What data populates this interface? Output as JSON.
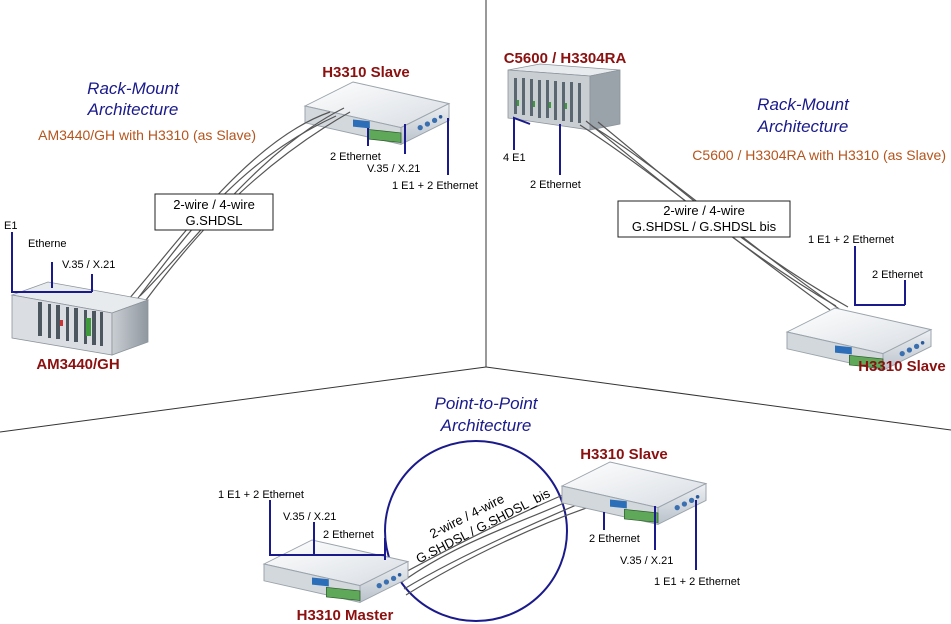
{
  "top_left": {
    "arch_title_1": "Rack-Mount",
    "arch_title_2": "Architecture",
    "subtitle": "AM3440/GH with H3310 (as Slave)",
    "slave_label": "H3310 Slave",
    "rack_label": "AM3440/GH",
    "wire_box_1": "2-wire / 4-wire",
    "wire_box_2": "G.SHDSL",
    "slave_ports": [
      "2 Ethernet",
      "V.35 / X.21",
      "1 E1 + 2 Ethernet"
    ],
    "rack_ports": [
      "E1",
      "Etherne",
      "V.35 / X.21"
    ]
  },
  "top_right": {
    "rack_label": "C5600 / H3304RA",
    "arch_title_1": "Rack-Mount",
    "arch_title_2": "Architecture",
    "subtitle": "C5600 / H3304RA with H3310 (as Slave)",
    "slave_label": "H3310 Slave",
    "wire_box_1": "2-wire / 4-wire",
    "wire_box_2": "G.SHDSL / G.SHDSL bis",
    "rack_ports": [
      "4 E1",
      "2 Ethernet"
    ],
    "slave_ports": [
      "1 E1 + 2 Ethernet",
      "2 Ethernet"
    ]
  },
  "bottom": {
    "arch_title_1": "Point-to-Point",
    "arch_title_2": "Architecture",
    "slave_label": "H3310 Slave",
    "master_label": "H3310 Master",
    "wire_text_1": "2-wire / 4-wire",
    "wire_text_2": "G.SHDSL / G.SHDSL_bis",
    "master_ports": [
      "1 E1 + 2 Ethernet",
      "V.35 / X.21",
      "2 Ethernet"
    ],
    "slave_ports": [
      "2 Ethernet",
      "V.35 / X.21",
      "1 E1 + 2 Ethernet"
    ]
  },
  "colors": {
    "device_title": "#8b1010",
    "arch_title": "#1a1a8c",
    "subtitle": "#b5541c",
    "connector": "#1a1a8c"
  }
}
